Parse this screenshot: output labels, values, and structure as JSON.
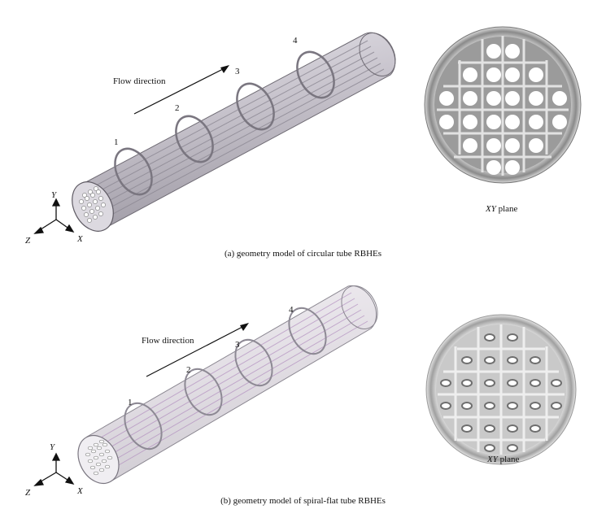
{
  "panel_a": {
    "flow_label": "Flow direction",
    "stations": [
      "1",
      "2",
      "3",
      "4"
    ],
    "axes": {
      "y": "Y",
      "z": "Z",
      "x": "X"
    },
    "plane_italic": "XY",
    "plane_rest": " plane",
    "caption": "(a) geometry model of circular tube RBHEs"
  },
  "panel_b": {
    "flow_label": "Flow direction",
    "stations": [
      "1",
      "2",
      "3",
      "4"
    ],
    "axes": {
      "y": "Y",
      "z": "Z",
      "x": "X"
    },
    "plane_italic": "XY",
    "plane_rest": " plane",
    "caption": "(b) geometry model of spiral-flat tube RBHEs"
  }
}
